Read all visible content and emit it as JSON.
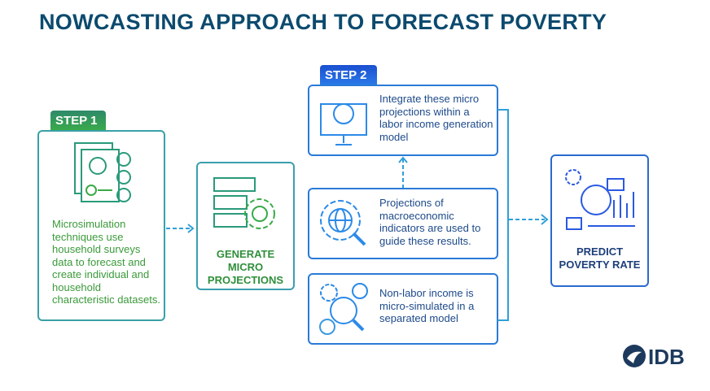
{
  "title": "NOWCASTING APPROACH TO FORECAST POVERTY",
  "step1": {
    "tab": "STEP 1",
    "text": "Microsimulation techniques use household surveys data to forecast and create individual and household characteristic datasets."
  },
  "generate": {
    "line1": "GENERATE",
    "line2": "MICRO",
    "line3": "PROJECTIONS"
  },
  "step2": {
    "tab": "STEP 2",
    "boxes": [
      {
        "text": "Integrate these micro projections within a labor income generation model"
      },
      {
        "text": "Projections of macroeconomic indicators are used to guide these results."
      },
      {
        "text": "Non-labor income is micro-simulated in a separated model"
      }
    ]
  },
  "predict": {
    "line1": "PREDICT",
    "line2": "POVERTY RATE"
  },
  "logo": "IDB",
  "colors": {
    "title": "#0c4a6e",
    "green": "#3aaa4a",
    "blue": "#2b7ae8",
    "border": "#2f9fd8"
  }
}
